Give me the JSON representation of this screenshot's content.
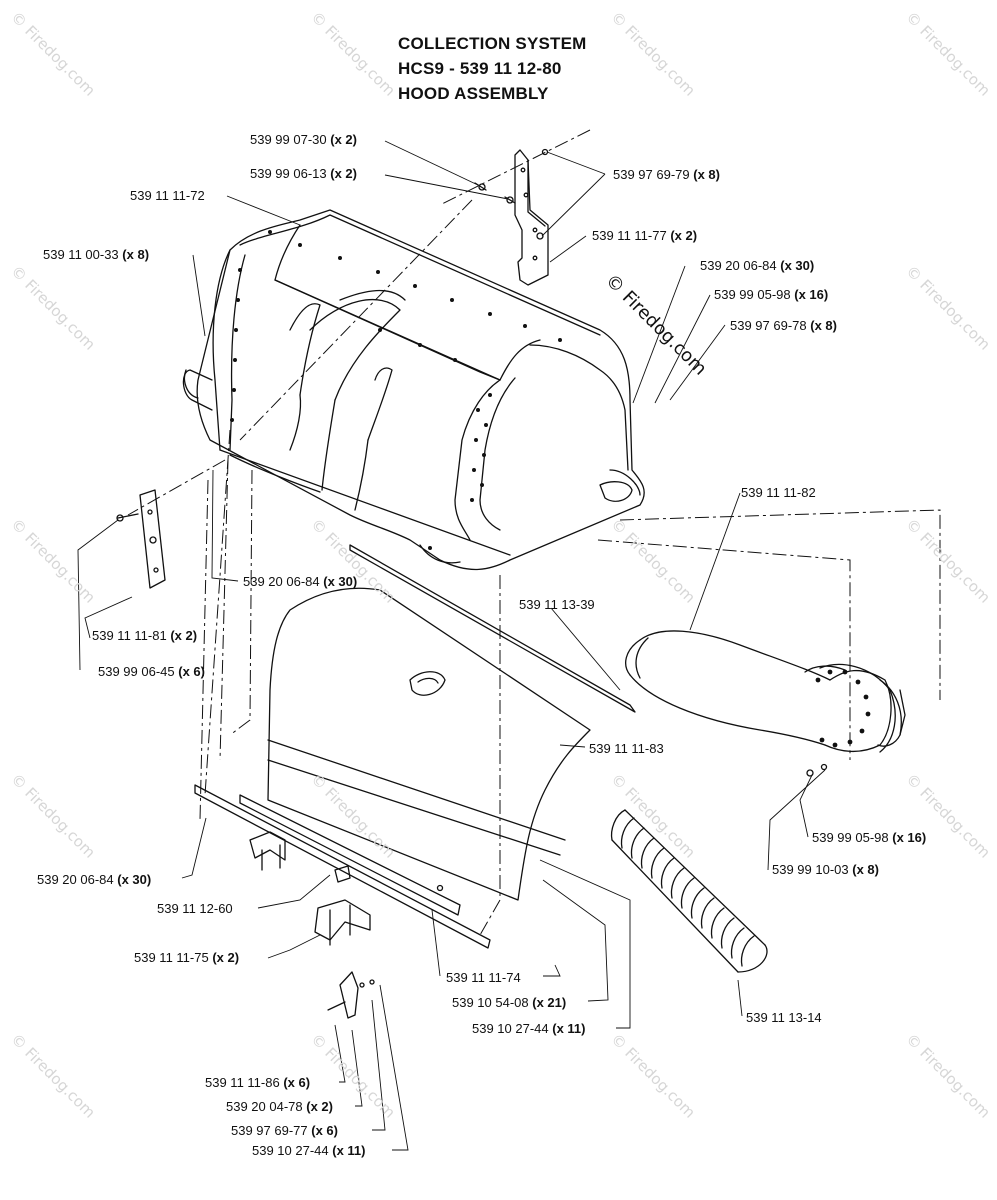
{
  "header": {
    "line1": "COLLECTION SYSTEM",
    "line2": "HCS9 - 539 11 12-80",
    "line3": "HOOD ASSEMBLY"
  },
  "watermark": "© Firedog.com",
  "callouts": [
    {
      "part": "539 99 07-30",
      "qty": "(x 2)"
    },
    {
      "part": "539 99 06-13",
      "qty": "(x 2)"
    },
    {
      "part": "539 11 11-72",
      "qty": ""
    },
    {
      "part": "539 97 69-79",
      "qty": "(x 8)"
    },
    {
      "part": "539 11 11-77",
      "qty": "(x 2)"
    },
    {
      "part": "539 11 00-33",
      "qty": "(x 8)"
    },
    {
      "part": "539 20 06-84",
      "qty": "(x 30)"
    },
    {
      "part": "539 99 05-98",
      "qty": "(x 16)"
    },
    {
      "part": "539 97 69-78",
      "qty": "(x 8)"
    },
    {
      "part": "539 11 11-82",
      "qty": ""
    },
    {
      "part": "539 20 06-84",
      "qty": "(x 30)"
    },
    {
      "part": "539 11 13-39",
      "qty": ""
    },
    {
      "part": "539 11 11-81",
      "qty": "(x 2)"
    },
    {
      "part": "539 99 06-45",
      "qty": "(x 6)"
    },
    {
      "part": "539 11 11-83",
      "qty": ""
    },
    {
      "part": "539 99 05-98",
      "qty": "(x 16)"
    },
    {
      "part": "539 99 10-03",
      "qty": "(x 8)"
    },
    {
      "part": "539 20 06-84",
      "qty": "(x 30)"
    },
    {
      "part": "539 11 12-60",
      "qty": ""
    },
    {
      "part": "539 11 11-75",
      "qty": "(x 2)"
    },
    {
      "part": "539 11 11-74",
      "qty": ""
    },
    {
      "part": "539 10 54-08",
      "qty": "(x 21)"
    },
    {
      "part": "539 10 27-44",
      "qty": "(x 11)"
    },
    {
      "part": "539 11 13-14",
      "qty": ""
    },
    {
      "part": "539 11 11-86",
      "qty": "(x 6)"
    },
    {
      "part": "539 20 04-78",
      "qty": "(x 2)"
    },
    {
      "part": "539 97 69-77",
      "qty": "(x 6)"
    },
    {
      "part": "539 10 27-44",
      "qty": "(x 11)"
    }
  ]
}
